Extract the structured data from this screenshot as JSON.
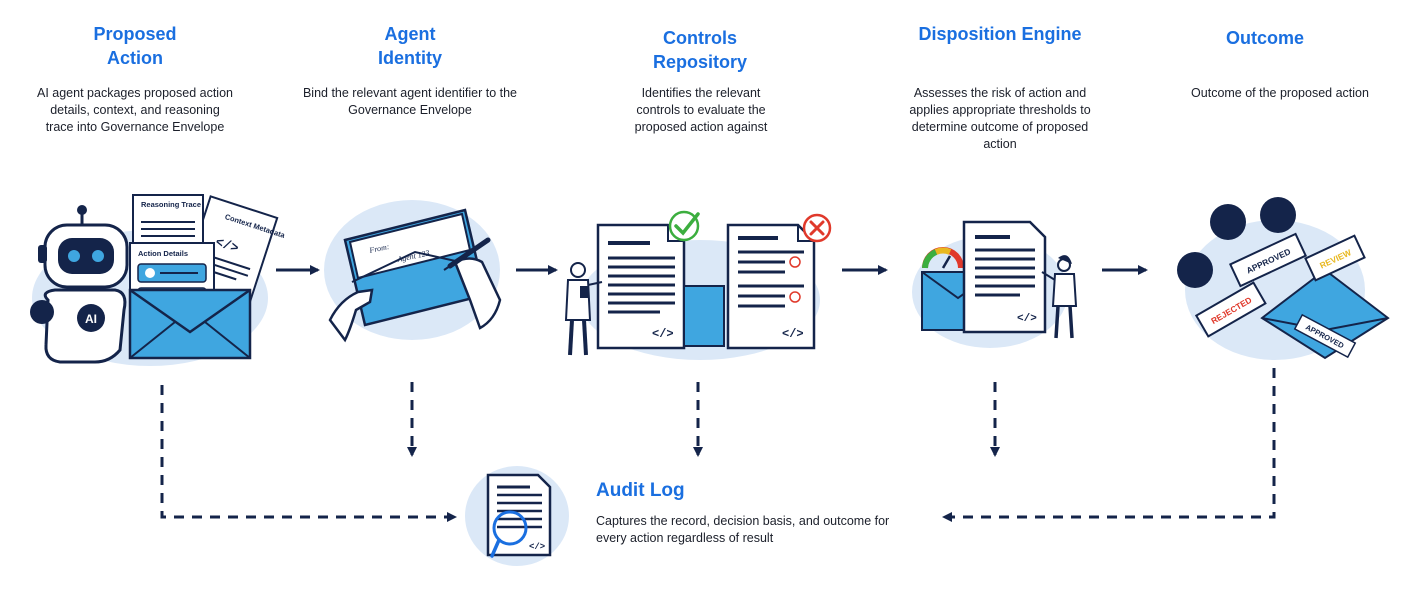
{
  "stages": [
    {
      "title": "Proposed\nAction",
      "desc": "AI agent packages proposed action details, context, and reasoning trace into Governance Envelope"
    },
    {
      "title": "Agent\nIdentity",
      "desc": "Bind the relevant agent identifier to the Governance Envelope"
    },
    {
      "title": "Controls\nRepository",
      "desc": "Identifies the relevant controls to evaluate the proposed action against"
    },
    {
      "title": "Disposition Engine",
      "desc": "Assesses the risk of action and applies appropriate thresholds to determine outcome of proposed action"
    },
    {
      "title": "Outcome",
      "desc": "Outcome of the proposed action"
    }
  ],
  "illustrations": {
    "robot_badge": "AI",
    "doc_reasoning": "Reasoning Trace",
    "doc_context": "Context Metadata",
    "doc_action": "Action Details",
    "code_glyph": "</>",
    "envelope_from": "From:",
    "envelope_agent": "Agent 123",
    "stamp_approved": "APPROVED",
    "stamp_review": "REVIEW",
    "stamp_rejected": "REJECTED"
  },
  "audit": {
    "title": "Audit Log",
    "desc": "Captures the record, decision basis, and outcome for every action regardless of result"
  },
  "colors": {
    "accent_blue": "#1a6fe0",
    "navy": "#14244a",
    "light_blue": "#dbe8f7",
    "envelope_blue": "#3fa6e0",
    "check_green": "#3cae3f",
    "cross_red": "#e0392b",
    "review_yellow": "#e8b820"
  }
}
